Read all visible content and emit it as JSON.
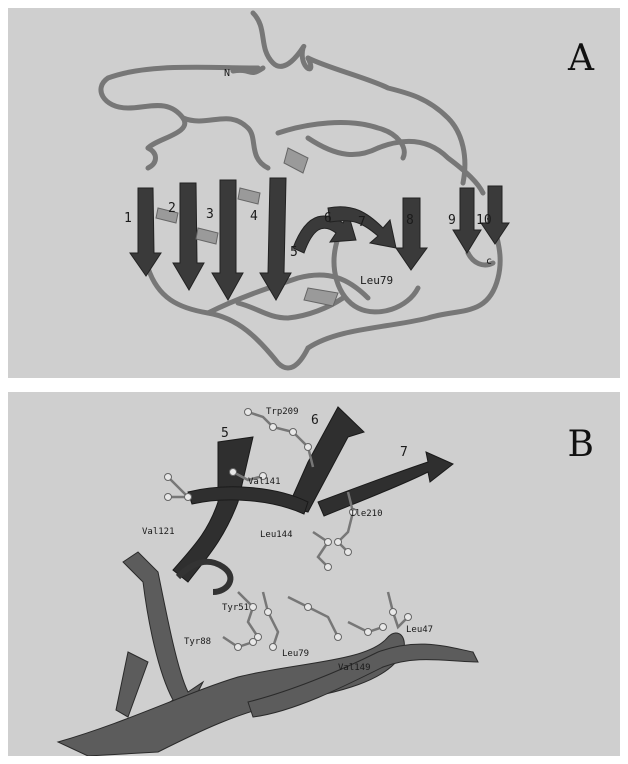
{
  "figure": {
    "panel_a": {
      "letter": "A",
      "labels": {
        "n_term": "N",
        "c_term": "c",
        "strands": [
          "1",
          "2",
          "3",
          "4",
          "5",
          "6",
          "7",
          "8",
          "9",
          "10"
        ],
        "residue": "Leu79"
      }
    },
    "panel_b": {
      "letter": "B",
      "strands": [
        "5",
        "6",
        "7"
      ],
      "residues": [
        "Trp209",
        "Val141",
        "Ile210",
        "Val121",
        "Leu144",
        "Tyr51",
        "Tyr88",
        "Leu79",
        "Val149",
        "Leu47"
      ]
    }
  },
  "colors": {
    "background": "#cfcfcf",
    "ribbon": "#6a6a6a",
    "dark_ribbon": "#2f2f2f",
    "atom": "#e8e8e8"
  }
}
